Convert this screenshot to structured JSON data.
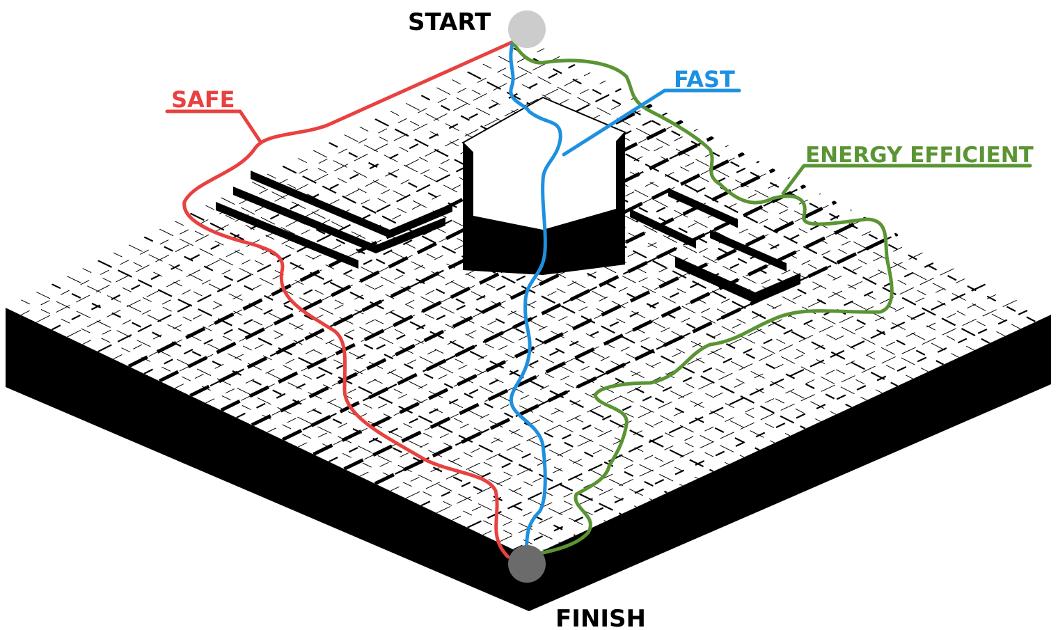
{
  "labels": {
    "start": "START",
    "finish": "FINISH",
    "safe": "SAFE",
    "fast": "FAST",
    "energy": "ENERGY EFFICIENT"
  },
  "colors": {
    "safe": "#e8413f",
    "fast": "#1e90e0",
    "energy": "#5a9433",
    "start_node": "#cccccc",
    "finish_node": "#6b6b6b",
    "terrain": "#000000"
  }
}
